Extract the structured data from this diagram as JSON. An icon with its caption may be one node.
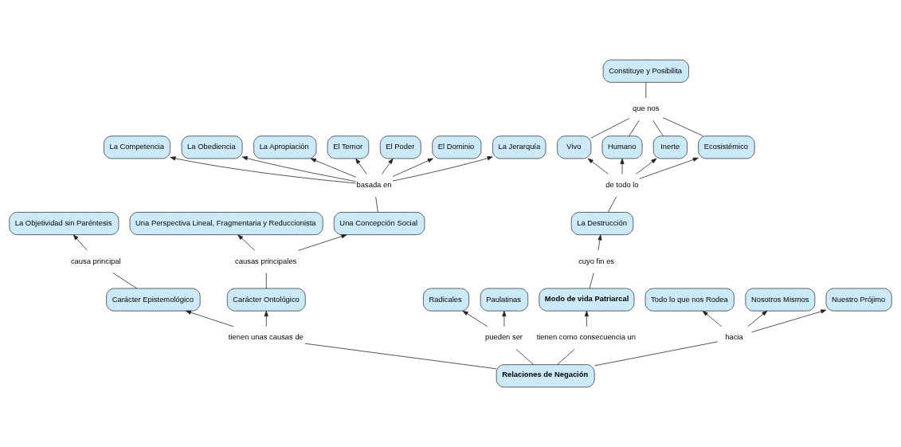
{
  "diagram": {
    "nodes": [
      {
        "text": [
          "La Objetividad sin Paréntesis"
        ]
      },
      {
        "text": [
          "causa principal"
        ]
      },
      {
        "text": [
          "Carácter Epistemológico"
        ]
      },
      {
        "text": [
          "Una Perspectiva Lineal, Fragmentaria y Reduccionista"
        ]
      },
      {
        "text": [
          "causas principales"
        ]
      },
      {
        "text": [
          "Carácter Ontológico"
        ]
      },
      {
        "text": [
          "tienen unas causas de"
        ]
      },
      {
        "text": [
          "La Destrucción"
        ]
      },
      {
        "text": [
          "de todo lo"
        ]
      },
      {
        "text": [
          "Vivo"
        ]
      },
      {
        "text": [
          "Humano"
        ]
      },
      {
        "text": [
          "Inerte"
        ]
      },
      {
        "text": [
          "Ecosistémico"
        ]
      },
      {
        "text": [
          "que nos"
        ]
      },
      {
        "text": [
          "Constituye y Posibilita"
        ]
      },
      {
        "text": [
          "cuyo fin es"
        ]
      },
      {
        "text": [
          "Modo de vida Patriarcal"
        ]
      },
      {
        "text": [
          "Una Concepción Social"
        ]
      },
      {
        "text": [
          "Radicales"
        ]
      },
      {
        "text": [
          "pueden ser"
        ]
      },
      {
        "text": [
          "Relaciones de Negación"
        ]
      },
      {
        "text": [
          "tienen como consecuencia un"
        ]
      },
      {
        "text": [
          "Paulatinas"
        ]
      },
      {
        "text": [
          "basada en"
        ]
      },
      {
        "text": [
          "La Competencia"
        ]
      },
      {
        "text": [
          "La Obediencia"
        ]
      },
      {
        "text": [
          "La Apropiación"
        ]
      },
      {
        "text": [
          "El Temor"
        ]
      },
      {
        "text": [
          "El Poder"
        ]
      },
      {
        "text": [
          "El Dominio"
        ]
      },
      {
        "text": [
          "La Jerarquía"
        ]
      },
      {
        "text": [
          "Todo lo que nos Rodea"
        ]
      },
      {
        "text": [
          "Nosotros Mismos"
        ]
      },
      {
        "text": [
          "hacia"
        ]
      },
      {
        "text": [
          "Nuestro Prójimo"
        ]
      }
    ],
    "edges": [
      {
        "from": 20,
        "to": 6,
        "arrow": "none"
      },
      {
        "from": 6,
        "to": 5,
        "arrow": "to"
      },
      {
        "from": 6,
        "to": 2,
        "arrow": "to"
      },
      {
        "from": 2,
        "to": 1,
        "arrow": "none"
      },
      {
        "from": 1,
        "to": 0,
        "arrow": "to"
      },
      {
        "from": 5,
        "to": 4,
        "arrow": "none"
      },
      {
        "from": 4,
        "to": 3,
        "arrow": "to"
      },
      {
        "from": 4,
        "to": 17,
        "arrow": "to"
      },
      {
        "from": 17,
        "to": 23,
        "arrow": "none"
      },
      {
        "from": 23,
        "to": 24,
        "arrow": "to"
      },
      {
        "from": 23,
        "to": 25,
        "arrow": "to"
      },
      {
        "from": 23,
        "to": 26,
        "arrow": "to"
      },
      {
        "from": 23,
        "to": 27,
        "arrow": "to"
      },
      {
        "from": 23,
        "to": 28,
        "arrow": "to"
      },
      {
        "from": 23,
        "to": 29,
        "arrow": "to"
      },
      {
        "from": 23,
        "to": 30,
        "arrow": "to"
      },
      {
        "from": 20,
        "to": 19,
        "arrow": "none"
      },
      {
        "from": 19,
        "to": 18,
        "arrow": "to"
      },
      {
        "from": 19,
        "to": 22,
        "arrow": "to"
      },
      {
        "from": 20,
        "to": 21,
        "arrow": "none"
      },
      {
        "from": 21,
        "to": 16,
        "arrow": "to"
      },
      {
        "from": 16,
        "to": 15,
        "arrow": "none"
      },
      {
        "from": 15,
        "to": 7,
        "arrow": "to"
      },
      {
        "from": 7,
        "to": 8,
        "arrow": "none"
      },
      {
        "from": 8,
        "to": 9,
        "arrow": "to"
      },
      {
        "from": 8,
        "to": 10,
        "arrow": "to"
      },
      {
        "from": 8,
        "to": 11,
        "arrow": "to"
      },
      {
        "from": 8,
        "to": 12,
        "arrow": "to"
      },
      {
        "from": 9,
        "to": 13,
        "arrow": "none"
      },
      {
        "from": 10,
        "to": 13,
        "arrow": "none"
      },
      {
        "from": 11,
        "to": 13,
        "arrow": "none"
      },
      {
        "from": 12,
        "to": 13,
        "arrow": "none"
      },
      {
        "from": 13,
        "to": 14,
        "arrow": "none"
      },
      {
        "from": 20,
        "to": 33,
        "arrow": "none"
      },
      {
        "from": 33,
        "to": 32,
        "arrow": "to"
      },
      {
        "from": 33,
        "to": 34,
        "arrow": "to"
      },
      {
        "from": 33,
        "to": 31,
        "arrow": "to"
      }
    ]
  }
}
